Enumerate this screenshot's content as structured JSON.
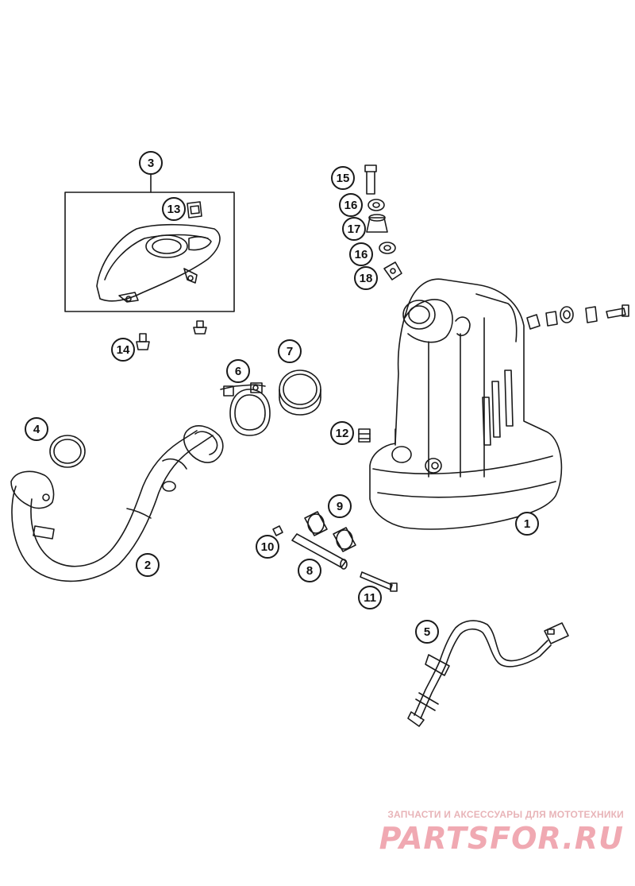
{
  "callouts": {
    "c1": "1",
    "c2": "2",
    "c3": "3",
    "c4": "4",
    "c5": "5",
    "c6": "6",
    "c7": "7",
    "c8": "8",
    "c9": "9",
    "c10": "10",
    "c11": "11",
    "c12": "12",
    "c13": "13",
    "c14": "14",
    "c15": "15",
    "c16a": "16",
    "c17": "17",
    "c16b": "16",
    "c18": "18"
  },
  "watermark": {
    "tagline": "ЗАПЧАСТИ И АКСЕССУАРЫ ДЛЯ МОТОТЕХНИКИ",
    "logo_text": "PARTSFOR.RU"
  }
}
